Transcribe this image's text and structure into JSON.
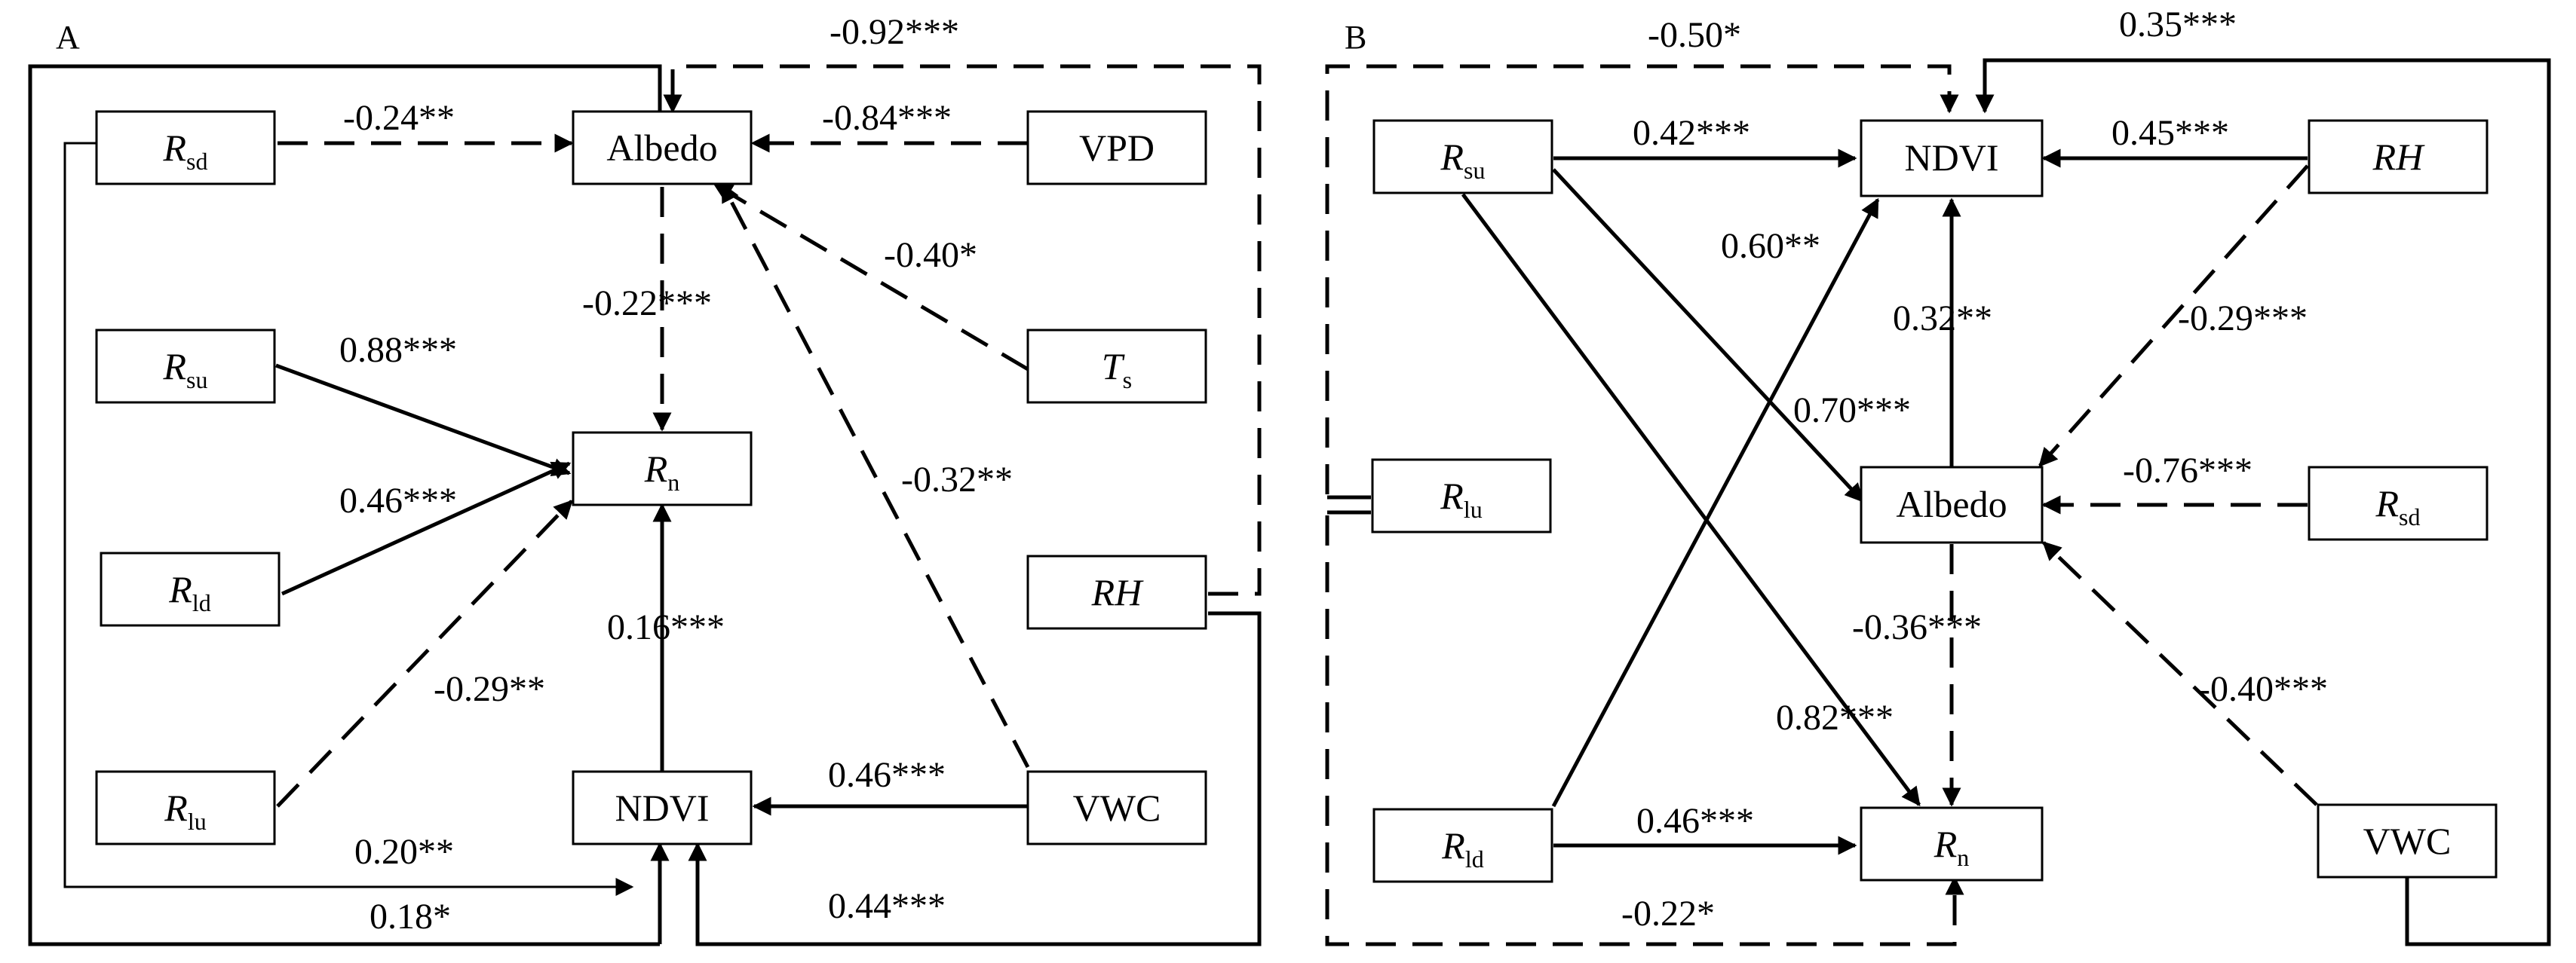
{
  "panels": {
    "a": {
      "letter": "A",
      "nodes": {
        "albedo": "Albedo",
        "vpd": "VPD",
        "rn_main": "R",
        "rn_sub": "n",
        "ndvi": "NDVI",
        "vwc": "VWC",
        "rh": "RH",
        "ts_main": "T",
        "ts_sub": "s",
        "rsd_main": "R",
        "rsd_sub": "sd",
        "rsu_main": "R",
        "rsu_sub": "su",
        "rld_main": "R",
        "rld_sub": "ld",
        "rlu_main": "R",
        "rlu_sub": "lu"
      },
      "paths": {
        "rh_albedo": "-0.92***",
        "rsd_albedo": "-0.24**",
        "vpd_albedo": "-0.84***",
        "ts_albedo": "-0.40*",
        "albedo_rn": "-0.22***",
        "rsu_rn": "0.88***",
        "rld_rn": "0.46***",
        "vwc_albedo": "-0.32**",
        "rlu_rn": "-0.29**",
        "ndvi_rn": "0.16***",
        "vwc_ndvi": "0.46***",
        "rsd_ndvi": "0.20**",
        "rsu_ndvi": "0.18*",
        "rh_ndvi": "0.44***"
      }
    },
    "b": {
      "letter": "B",
      "nodes": {
        "ndvi": "NDVI",
        "albedo": "Albedo",
        "rn_main": "R",
        "rn_sub": "n",
        "rh": "RH",
        "vwc": "VWC",
        "rsu_main": "R",
        "rsu_sub": "su",
        "rlu_main": "R",
        "rlu_sub": "lu",
        "rld_main": "R",
        "rld_sub": "ld",
        "rsd_main": "R",
        "rsd_sub": "sd"
      },
      "paths": {
        "rlu_ndvi": "-0.50*",
        "vwc_ndvi": "0.35***",
        "rsu_ndvi": "0.42***",
        "rh_ndvi": "0.45***",
        "rld_ndvi": "0.60**",
        "albedo_ndvi": "0.32**",
        "rh_albedo": "-0.29***",
        "rsu_albedo": "0.70***",
        "rsd_albedo": "-0.76***",
        "albedo_rn": "-0.36***",
        "vwc_albedo": "-0.40***",
        "rsu_rn": "0.82***",
        "rld_rn": "0.46***",
        "rlu_rn": "-0.22*"
      }
    }
  }
}
